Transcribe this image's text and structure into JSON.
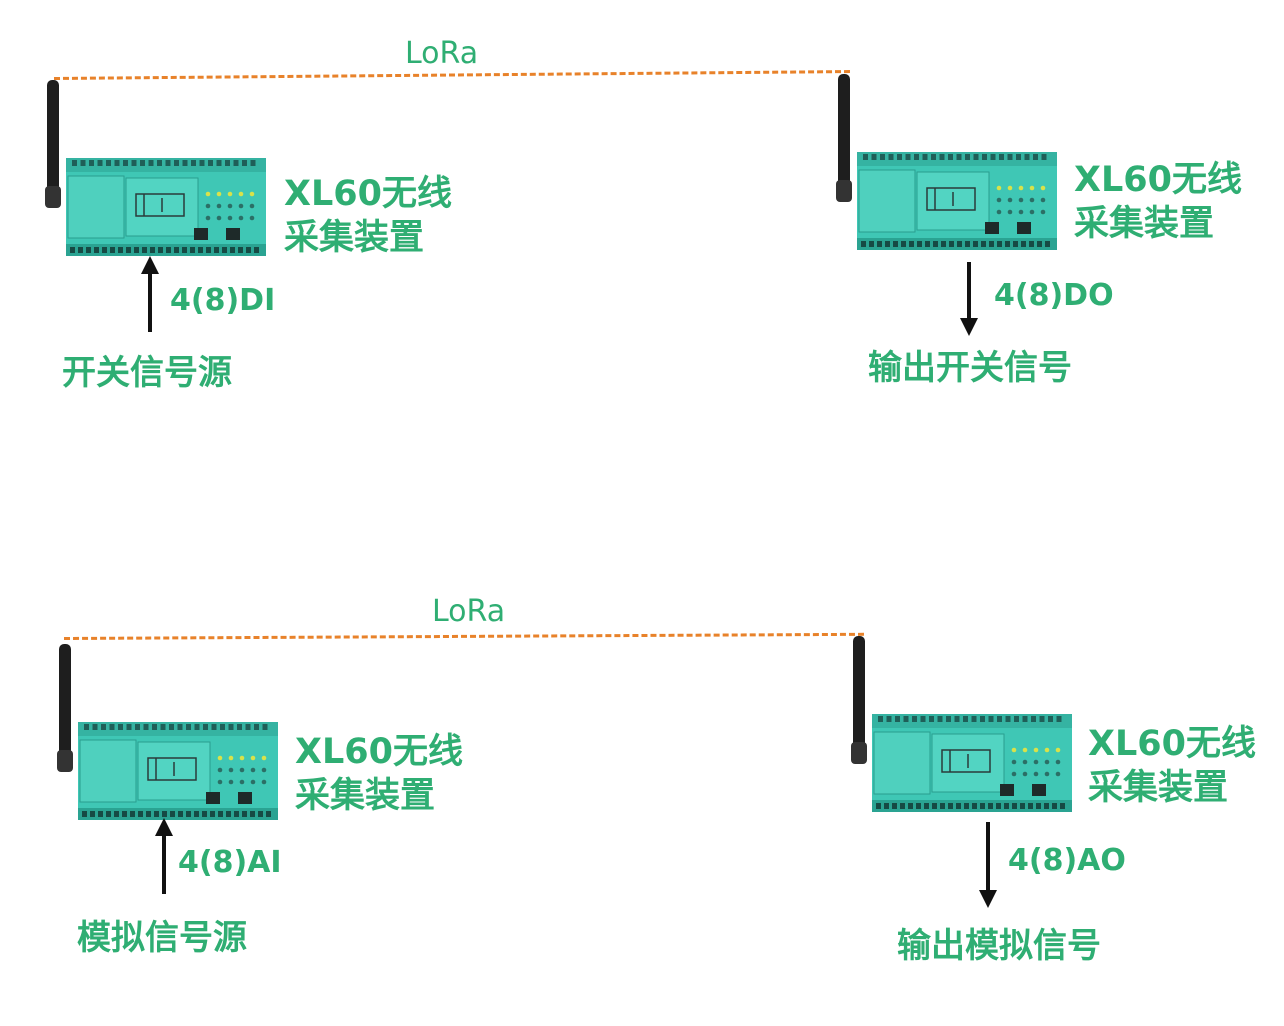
{
  "colors": {
    "accent_green": "#2FAE73",
    "lora_orange": "#E8822A",
    "device_teal": "#3FC7B5",
    "arrow": "#111111"
  },
  "links": [
    {
      "label": "LoRa"
    },
    {
      "label": "LoRa"
    }
  ],
  "devices": [
    {
      "title_line1": "XL60无线",
      "title_line2": "采集装置",
      "signal": "4(8)DI",
      "endpoint": "开关信号源",
      "direction": "input"
    },
    {
      "title_line1": "XL60无线",
      "title_line2": "采集装置",
      "signal": "4(8)DO",
      "endpoint": "输出开关信号",
      "direction": "output"
    },
    {
      "title_line1": "XL60无线",
      "title_line2": "采集装置",
      "signal": "4(8)AI",
      "endpoint": "模拟信号源",
      "direction": "input"
    },
    {
      "title_line1": "XL60无线",
      "title_line2": "采集装置",
      "signal": "4(8)AO",
      "endpoint": "输出模拟信号",
      "direction": "output"
    }
  ]
}
